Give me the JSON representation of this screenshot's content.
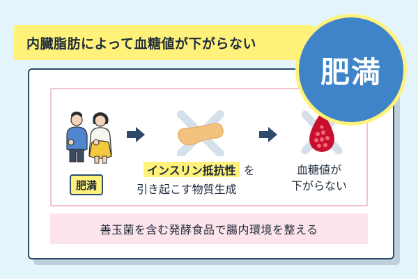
{
  "header": {
    "title": "内臓脂肪によって血糖値が下がらない"
  },
  "badge": {
    "label": "肥満"
  },
  "flow": {
    "step1": {
      "label": "肥満",
      "icon": "couple-icon"
    },
    "step2": {
      "highlight": "インスリン抵抗性",
      "suffix": "を",
      "line2": "引き起こす物質生成",
      "icon": "pancreas-crossed-icon"
    },
    "step3": {
      "line1": "血糖値が",
      "line2": "下がらない",
      "icon": "blood-drop-crossed-icon"
    }
  },
  "footer": {
    "text": "善玉菌を含む発酵食品で腸内環境を整える"
  },
  "colors": {
    "background": "#e3f4fb",
    "highlight": "#fff27a",
    "badge": "#3f84c8",
    "navy": "#2d4a6b",
    "pink": "#fde3ea"
  }
}
